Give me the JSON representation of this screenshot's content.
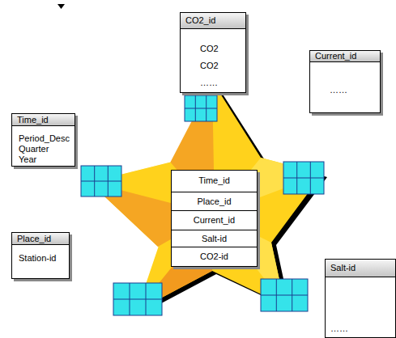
{
  "diagram": {
    "nodes": [
      {
        "text": [
          "CO2_id",
          "CO2",
          "CO2",
          "……"
        ]
      },
      {
        "text": [
          "Current_id",
          "……"
        ]
      },
      {
        "text": [
          "Time_id",
          "Period_Desc",
          "Quarter",
          "Year"
        ]
      },
      {
        "text": [
          "Time_id",
          "Place_id",
          "Current_id",
          "Salt-id",
          "CO2-id"
        ]
      },
      {
        "text": [
          "Place_id",
          "Station-id"
        ]
      },
      {
        "text": [
          "Salt-id",
          "……"
        ]
      }
    ]
  }
}
